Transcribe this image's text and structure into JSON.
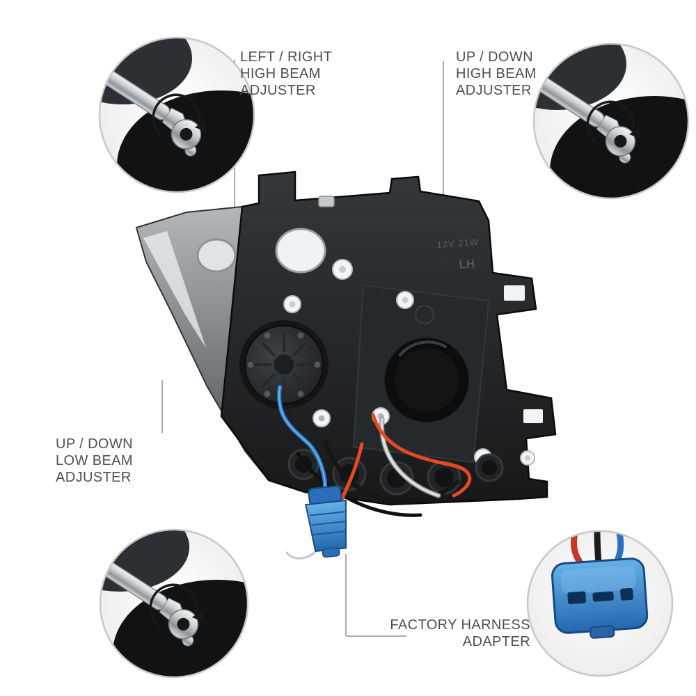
{
  "callouts": {
    "left_right_high_beam": {
      "label": "LEFT / RIGHT\nHIGH BEAM\nADJUSTER"
    },
    "up_down_high_beam": {
      "label": "UP / DOWN\nHIGH BEAM\nADJUSTER"
    },
    "up_down_low_beam": {
      "label": "UP / DOWN\nLOW BEAM\nADJUSTER"
    },
    "factory_harness_adapter": {
      "label": "FACTORY HARNESS\nADAPTER"
    }
  },
  "housing_markings": {
    "bulb_rating": "12V 21W",
    "side": "LH"
  },
  "icons": {
    "top_left": "ratchet-tool-icon",
    "top_right": "ratchet-tool-icon",
    "bottom_left": "ratchet-tool-icon",
    "bottom_right": "harness-connector-icon"
  },
  "colors": {
    "background": "#ffffff",
    "label_text": "#4f4f4f",
    "callout_line": "#ababab",
    "inset_border": "#c8c8c8",
    "housing_dark": "#1d1f22",
    "wire_blue": "#2f7fd0",
    "wire_red": "#e8491f",
    "wire_white": "#dedede",
    "wire_black": "#161616",
    "connector_blue": "#2a6db8"
  }
}
